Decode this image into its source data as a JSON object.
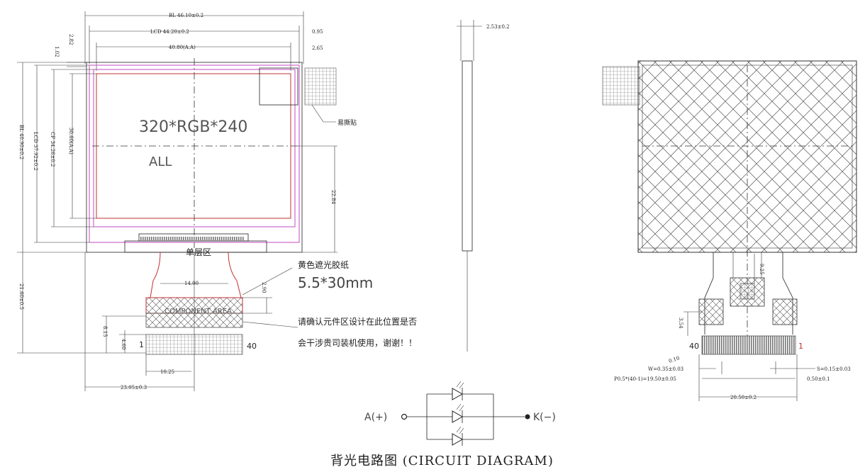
{
  "front_view": {
    "dims": {
      "bl_width": "BL 46.10±0.2",
      "lcd_width": "LCD 44.20±0.2",
      "va_width": "40.80(A.A)",
      "right_offset_1": "0.95",
      "right_offset_2": "2.65",
      "top_offset_1": "1.02",
      "top_offset_2": "2.82",
      "bl_height": "BL 40.90±0.2",
      "lcd_height": "LCD 37.92±0.2",
      "cf_height": "CF 34.26±0.2",
      "aa_height": "30.60(A.A)",
      "center_offset": "22.84",
      "fpc_length": "21.60±0.5",
      "fpc_neck_width": "14.00",
      "stiffener_height": "2.90",
      "k15": "8.15",
      "k16": "4.60",
      "pin_offset": "10.25",
      "left_to_center": "23.05±0.3"
    },
    "display_text": "320*RGB*240",
    "all_text": "ALL",
    "tape_label": "易撕贴",
    "single_layer_label": "单层区",
    "component_area_label": "COMPONENT AREA",
    "yellow_tape_label": "黄色遮光胶纸",
    "yellow_tape_size": "5.5*30mm",
    "note_line_1": "请确认元件区设计在此位置是否",
    "note_line_2": "会干涉贵司装机使用，谢谢！！",
    "pin_first": "1",
    "pin_last": "40"
  },
  "side_view": {
    "thickness": "2.53±0.2"
  },
  "back_view": {
    "dim_stiffener": "9.25",
    "dim_fpc_offset": "3.54",
    "dim_w": "W=0.35±0.03",
    "dim_s": "S=0.15±0.03",
    "dim_pitch": "P0.5*(40-1)=19.50±0.05",
    "dim_edge": "0.50±0.1",
    "dim_total": "20.50±0.2",
    "dim_angle": "0.10",
    "pin_first": "1",
    "pin_last": "40"
  },
  "circuit": {
    "anode": "A(+)",
    "cathode": "K(−)",
    "caption": "背光电路图 (CIRCUIT DIAGRAM)"
  }
}
